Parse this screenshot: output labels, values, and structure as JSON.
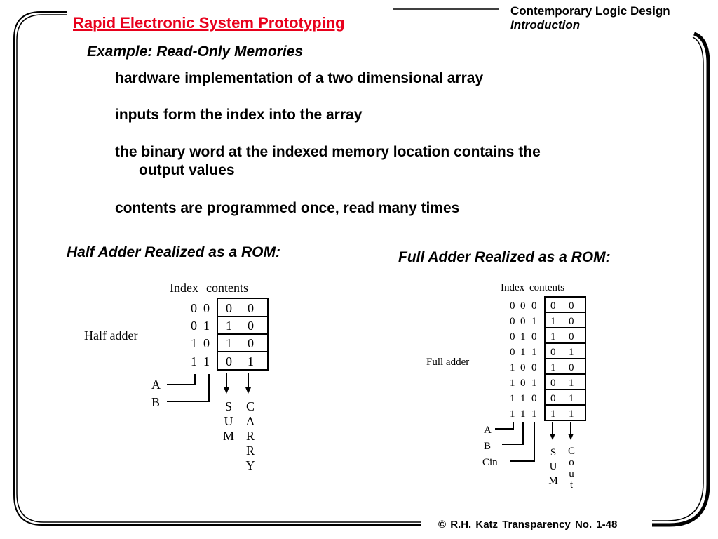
{
  "header": {
    "title": "Rapid Electronic System Prototyping",
    "course_title": "Contemporary Logic Design",
    "course_section": "Introduction"
  },
  "subheading": "Example: Read-Only Memories",
  "bullets": [
    {
      "line1": "hardware implementation of a two dimensional array"
    },
    {
      "line1": "inputs form the index into the array"
    },
    {
      "line1": "the binary word at the indexed memory location contains the",
      "line2": "output values"
    },
    {
      "line1": "contents are programmed once, read many times"
    }
  ],
  "half_adder": {
    "caption": "Half Adder Realized as a ROM:",
    "header_index": "Index",
    "header_contents": "contents",
    "label": "Half adder",
    "rows": [
      {
        "index": [
          "0",
          "0"
        ],
        "contents": [
          "0",
          "0"
        ]
      },
      {
        "index": [
          "0",
          "1"
        ],
        "contents": [
          "1",
          "0"
        ]
      },
      {
        "index": [
          "1",
          "0"
        ],
        "contents": [
          "1",
          "0"
        ]
      },
      {
        "index": [
          "1",
          "1"
        ],
        "contents": [
          "0",
          "1"
        ]
      }
    ],
    "inputs": [
      "A",
      "B"
    ],
    "outputs": [
      "SUM",
      "CARRY"
    ]
  },
  "full_adder": {
    "caption": "Full Adder Realized as a ROM:",
    "header_index": "Index",
    "header_contents": "contents",
    "label": "Full adder",
    "rows": [
      {
        "index": [
          "0",
          "0",
          "0"
        ],
        "contents": [
          "0",
          "0"
        ]
      },
      {
        "index": [
          "0",
          "0",
          "1"
        ],
        "contents": [
          "1",
          "0"
        ]
      },
      {
        "index": [
          "0",
          "1",
          "0"
        ],
        "contents": [
          "1",
          "0"
        ]
      },
      {
        "index": [
          "0",
          "1",
          "1"
        ],
        "contents": [
          "0",
          "1"
        ]
      },
      {
        "index": [
          "1",
          "0",
          "0"
        ],
        "contents": [
          "1",
          "0"
        ]
      },
      {
        "index": [
          "1",
          "0",
          "1"
        ],
        "contents": [
          "0",
          "1"
        ]
      },
      {
        "index": [
          "1",
          "1",
          "0"
        ],
        "contents": [
          "0",
          "1"
        ]
      },
      {
        "index": [
          "1",
          "1",
          "1"
        ],
        "contents": [
          "1",
          "1"
        ]
      }
    ],
    "inputs": [
      "A",
      "B",
      "Cin"
    ],
    "outputs": [
      "SUM",
      "Cout"
    ]
  },
  "footer": "© R.H. Katz   Transparency  No. 1-48"
}
